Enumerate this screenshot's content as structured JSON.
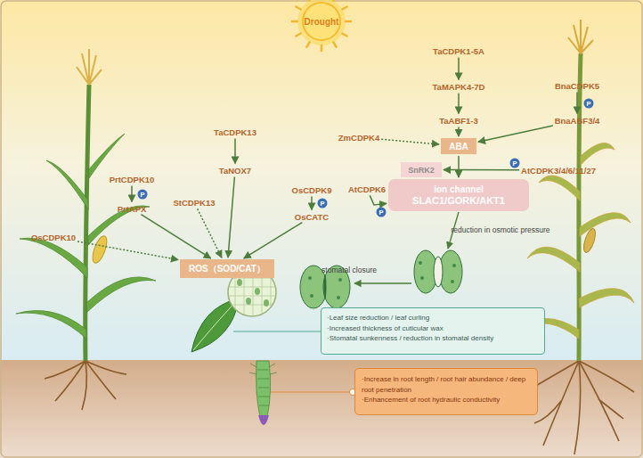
{
  "diagram": {
    "nodes": [
      {
        "text": [
          "Drought"
        ]
      },
      {
        "text": [
          "TaCDPK1-5A"
        ]
      },
      {
        "text": [
          "TaMAPK4-7D"
        ]
      },
      {
        "text": [
          "BnaCDPK5"
        ]
      },
      {
        "text": [
          "TaCDPK13"
        ]
      },
      {
        "text": [
          "TaABF1-3"
        ]
      },
      {
        "text": [
          "BnaABF3/4"
        ]
      },
      {
        "text": [
          "ZmCDPK4"
        ]
      },
      {
        "text": [
          "ABA"
        ]
      },
      {
        "text": [
          "SnRK2"
        ]
      },
      {
        "text": [
          "AtCDPK3/4/6/11/27"
        ]
      },
      {
        "text": [
          "OsCDPK9"
        ]
      },
      {
        "text": [
          "TaNOX7"
        ]
      },
      {
        "text": [
          "PrtCDPK10"
        ]
      },
      {
        "text": [
          "AtCDPK6"
        ]
      },
      {
        "text": [
          "ion channel",
          "SLAC1/GORK/AKT1"
        ]
      },
      {
        "text": [
          "StCDPK13"
        ]
      },
      {
        "text": [
          "PrtAPX"
        ]
      },
      {
        "text": [
          "OsCATC"
        ]
      },
      {
        "text": [
          "OsCDPK10"
        ]
      },
      {
        "text": [
          "ROS（SOD/CAT）"
        ]
      },
      {
        "text": [
          "·Leaf size reduction / leaf curling",
          "·Increased thickness of cuticular wax",
          "·Stomatal sunkenness / reduction in stomatal density"
        ]
      },
      {
        "text": [
          "·Increase in root length / root hair abundance / deep root penetration",
          "·Enhancement of root hydraulic conductivity"
        ]
      }
    ],
    "edges": [
      {
        "from": 4,
        "to": 12,
        "arrow": "to"
      },
      {
        "from": 13,
        "to": 17,
        "arrow": "to"
      },
      {
        "from": 11,
        "to": 18,
        "arrow": "to"
      },
      {
        "from": 12,
        "to": 20,
        "arrow": "to"
      },
      {
        "from": 17,
        "to": 20,
        "arrow": "to"
      },
      {
        "from": 18,
        "to": 20,
        "arrow": "to"
      },
      {
        "from": 16,
        "to": 20,
        "arrow": "to"
      },
      {
        "from": 19,
        "to": 20,
        "arrow": "to"
      },
      {
        "from": 1,
        "to": 2,
        "arrow": "to"
      },
      {
        "from": 2,
        "to": 5,
        "arrow": "to"
      },
      {
        "from": 5,
        "to": 8,
        "arrow": "to"
      },
      {
        "from": 3,
        "to": 6,
        "arrow": "to"
      },
      {
        "from": 6,
        "to": 8,
        "arrow": "to"
      },
      {
        "from": 7,
        "to": 8,
        "arrow": "to"
      },
      {
        "from": 8,
        "to": 15,
        "arrow": "to"
      },
      {
        "from": 10,
        "to": 9,
        "arrow": "to"
      },
      {
        "from": 14,
        "to": 15,
        "arrow": "to"
      }
    ],
    "labels": [
      "P",
      "P",
      "P",
      "P",
      "P",
      "reduction in osmotic pressure",
      "stomatal closure"
    ]
  }
}
